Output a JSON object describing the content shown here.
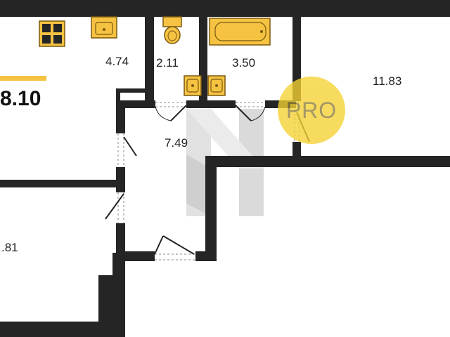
{
  "plan": {
    "total_area": "8.10",
    "rooms": [
      {
        "area": "4.74"
      },
      {
        "area": "2.11"
      },
      {
        "area": "3.50"
      },
      {
        "area": "11.83"
      },
      {
        "area": "7.49"
      },
      {
        "area": ".81"
      }
    ],
    "watermark": {
      "text": "PRO"
    }
  },
  "colors": {
    "wall": "#252525",
    "fixture": "#f5c242",
    "fixture_stroke": "#7a5a10",
    "accent": "#f5c242",
    "watermark_circle": "#f5d232",
    "watermark_logo": "#b8b8b8"
  },
  "icons": [
    "window-grid-icon",
    "sink-icon",
    "toilet-icon",
    "bathtub-icon",
    "door-swing-icon",
    "watermark-logo-icon"
  ]
}
